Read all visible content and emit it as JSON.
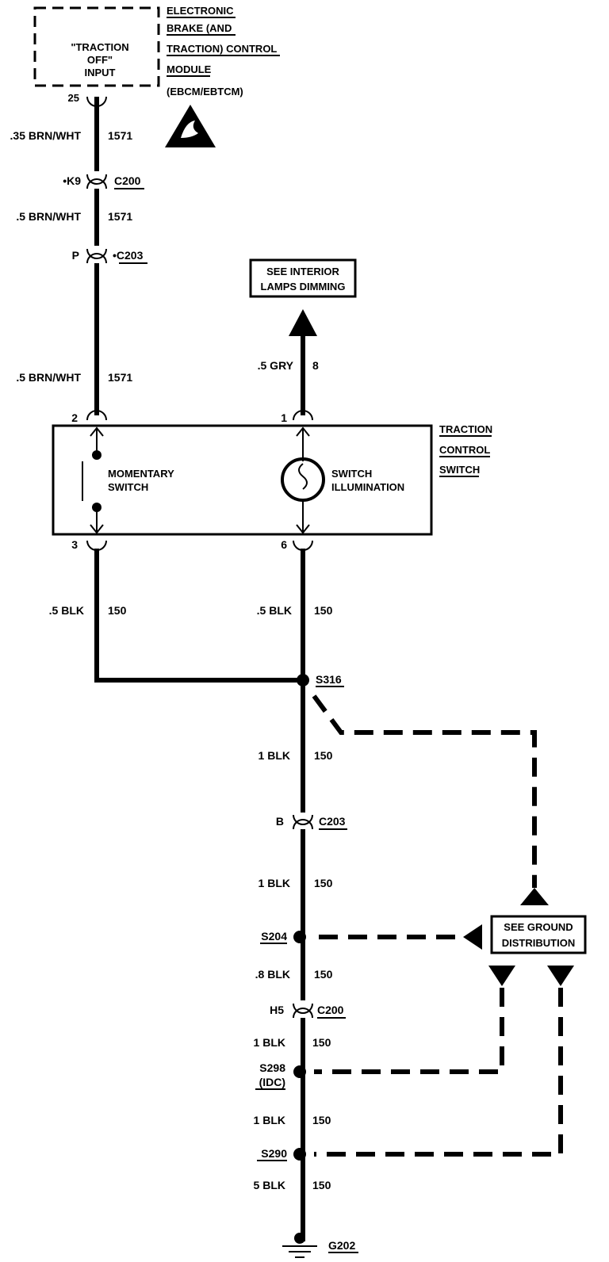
{
  "module": {
    "name_lines": [
      "ELECTRONIC",
      "BRAKE (AND",
      "TRACTION) CONTROL",
      "MODULE",
      "(EBCM/EBTCM)"
    ],
    "input_lines": [
      "\"TRACTION",
      "OFF\"",
      "INPUT"
    ],
    "pin": "25"
  },
  "wires": {
    "w1": {
      "gauge": ".35 BRN/WHT",
      "circuit": "1571"
    },
    "w2": {
      "gauge": ".5 BRN/WHT",
      "circuit": "1571"
    },
    "w3": {
      "gauge": ".5 BRN/WHT",
      "circuit": "1571"
    },
    "w_gry": {
      "gauge": ".5 GRY",
      "circuit": "8"
    },
    "w_left": {
      "gauge": ".5 BLK",
      "circuit": "150"
    },
    "w_right": {
      "gauge": ".5 BLK",
      "circuit": "150"
    },
    "w4": {
      "gauge": "1 BLK",
      "circuit": "150"
    },
    "w5": {
      "gauge": "1 BLK",
      "circuit": "150"
    },
    "w6": {
      "gauge": ".8 BLK",
      "circuit": "150"
    },
    "w7": {
      "gauge": "1 BLK",
      "circuit": "150"
    },
    "w8": {
      "gauge": "1 BLK",
      "circuit": "150"
    },
    "w9": {
      "gauge": "5 BLK",
      "circuit": "150"
    }
  },
  "connectors": {
    "c200_top": {
      "pin": "•K9",
      "name": "C200"
    },
    "c203_top": {
      "pin": "P",
      "name": "•C203"
    },
    "c203_bottom": {
      "pin": "B",
      "name": "C203"
    },
    "c200_bottom": {
      "pin": "H5",
      "name": "C200"
    }
  },
  "interior_lamps": [
    "SEE INTERIOR",
    "LAMPS DIMMING"
  ],
  "switch": {
    "name_lines": [
      "TRACTION",
      "CONTROL",
      "SWITCH"
    ],
    "pin_left_top": "2",
    "pin_right_top": "1",
    "pin_left_bottom": "3",
    "pin_right_bottom": "6",
    "momentary_lines": [
      "MOMENTARY",
      "SWITCH"
    ],
    "illumination_lines": [
      "SWITCH",
      "ILLUMINATION"
    ]
  },
  "splices": {
    "s316": "S316",
    "s204": "S204",
    "s298": "S298",
    "s298_sub": "(IDC)",
    "s290": "S290"
  },
  "ground_distribution": [
    "SEE GROUND",
    "DISTRIBUTION"
  ],
  "ground": "G202"
}
